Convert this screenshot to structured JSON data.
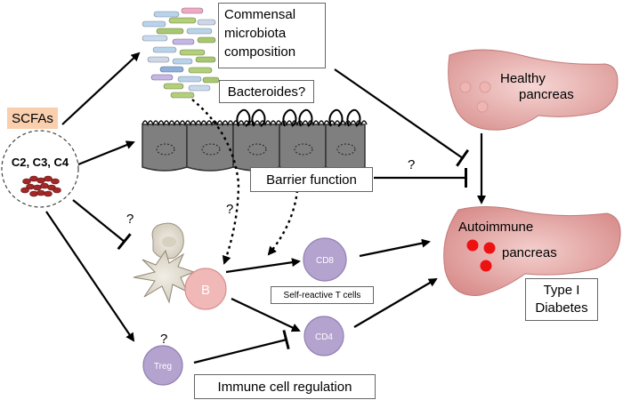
{
  "scfa": {
    "title": "SCFAs",
    "types": "C2, C3, C4"
  },
  "microbiota": {
    "line1": "Commensal",
    "line2": "microbiota",
    "line3": "composition",
    "bacteroides": "Bacteroides?"
  },
  "barrier": {
    "label": "Barrier function"
  },
  "pancreas": {
    "healthy_line1": "Healthy",
    "healthy_line2": "pancreas",
    "autoimmune_line1": "Autoimmune",
    "autoimmune_line2": "pancreas"
  },
  "diabetes": {
    "line1": "Type I",
    "line2": "Diabetes"
  },
  "cells": {
    "b": "B",
    "cd8": "CD8",
    "cd4": "CD4",
    "treg": "Treg",
    "self_reactive": "Self-reactive T cells"
  },
  "immune_regulation": {
    "label": "Immune cell regulation"
  },
  "question_marks": {
    "q_barrier": "?",
    "q_dc": "?",
    "q_treg": "?",
    "q_b": "?"
  },
  "colors": {
    "scfa_fill": "#f9cfae",
    "pancreas_fill": "#f2c7c5",
    "pancreas_dark": "#d98d8b",
    "cell_purple": "#b4a2cf",
    "cell_pink": "#f0b8b6",
    "epithelium": "#7f7f7f",
    "red_dot": "#ee1111",
    "scfa_dot": "#a52626"
  }
}
